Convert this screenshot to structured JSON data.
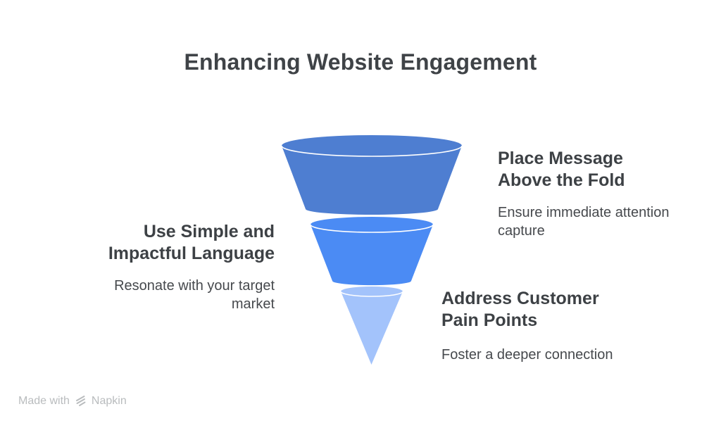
{
  "title": "Enhancing Website Engagement",
  "funnel": {
    "stages": [
      {
        "name": "top-stage",
        "color": "#4e7ed1",
        "label": "Place Message\nAbove the Fold",
        "description": "Ensure immediate attention\ncapture"
      },
      {
        "name": "middle-stage",
        "color": "#4b8bf4",
        "label": "Use Simple and\nImpactful Language",
        "description": "Resonate with your target\nmarket"
      },
      {
        "name": "bottom-stage",
        "color": "#a3c3fb",
        "label": "Address Customer\nPain Points",
        "description": "Foster a deeper connection"
      }
    ]
  },
  "watermark": {
    "prefix": "Made with",
    "brand": "Napkin"
  }
}
